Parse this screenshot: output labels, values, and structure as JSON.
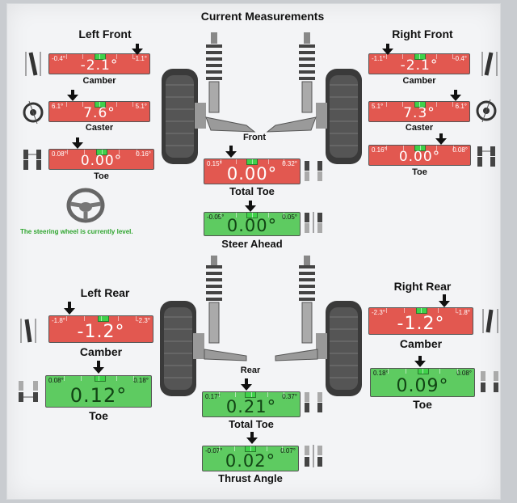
{
  "title": "Current Measurements",
  "front": {
    "left_title": "Left Front",
    "right_title": "Right Front",
    "axle_label": "Front",
    "left_camber": {
      "label": "Camber",
      "value": "-2.1°",
      "min": "-0.4°",
      "max": "-1.1°",
      "status": "red"
    },
    "left_caster": {
      "label": "Caster",
      "value": "7.6°",
      "min": "6.1°",
      "max": "5.1°",
      "status": "red"
    },
    "left_toe": {
      "label": "Toe",
      "value": "0.00°",
      "min": "0.08°",
      "max": "0.16°",
      "status": "red"
    },
    "right_camber": {
      "label": "Camber",
      "value": "-2.1°",
      "min": "-1.1°",
      "max": "-0.4°",
      "status": "red"
    },
    "right_caster": {
      "label": "Caster",
      "value": "7.3°",
      "min": "5.1°",
      "max": "6.1°",
      "status": "red"
    },
    "right_toe": {
      "label": "Toe",
      "value": "0.00°",
      "min": "0.16°",
      "max": "0.08°",
      "status": "red"
    },
    "total_toe": {
      "label": "Total Toe",
      "value": "0.00°",
      "min": "0.15°",
      "max": "0.32°",
      "status": "red"
    },
    "steer_ahead": {
      "label": "Steer Ahead",
      "value": "0.00°",
      "min": "-0.05°",
      "max": "0.05°",
      "status": "green"
    },
    "steering_message": "The steering wheel is currently level."
  },
  "rear": {
    "left_title": "Left Rear",
    "right_title": "Right Rear",
    "axle_label": "Rear",
    "left_camber": {
      "label": "Camber",
      "value": "-1.2°",
      "min": "-1.8°",
      "max": "-2.3°",
      "status": "red"
    },
    "left_toe": {
      "label": "Toe",
      "value": "0.12°",
      "min": "0.08°",
      "max": "0.18°",
      "status": "green"
    },
    "right_camber": {
      "label": "Camber",
      "value": "-1.2°",
      "min": "-2.3°",
      "max": "-1.8°",
      "status": "red"
    },
    "right_toe": {
      "label": "Toe",
      "value": "0.09°",
      "min": "0.18°",
      "max": "0.08°",
      "status": "green"
    },
    "total_toe": {
      "label": "Total Toe",
      "value": "0.21°",
      "min": "0.17°",
      "max": "0.37°",
      "status": "green"
    },
    "thrust_angle": {
      "label": "Thrust Angle",
      "value": "0.02°",
      "min": "-0.07°",
      "max": "0.07°",
      "status": "green"
    }
  },
  "colors": {
    "red": "#e25850",
    "green": "#5ecb61",
    "target": "#3fd14a",
    "message": "#2fa52f"
  }
}
